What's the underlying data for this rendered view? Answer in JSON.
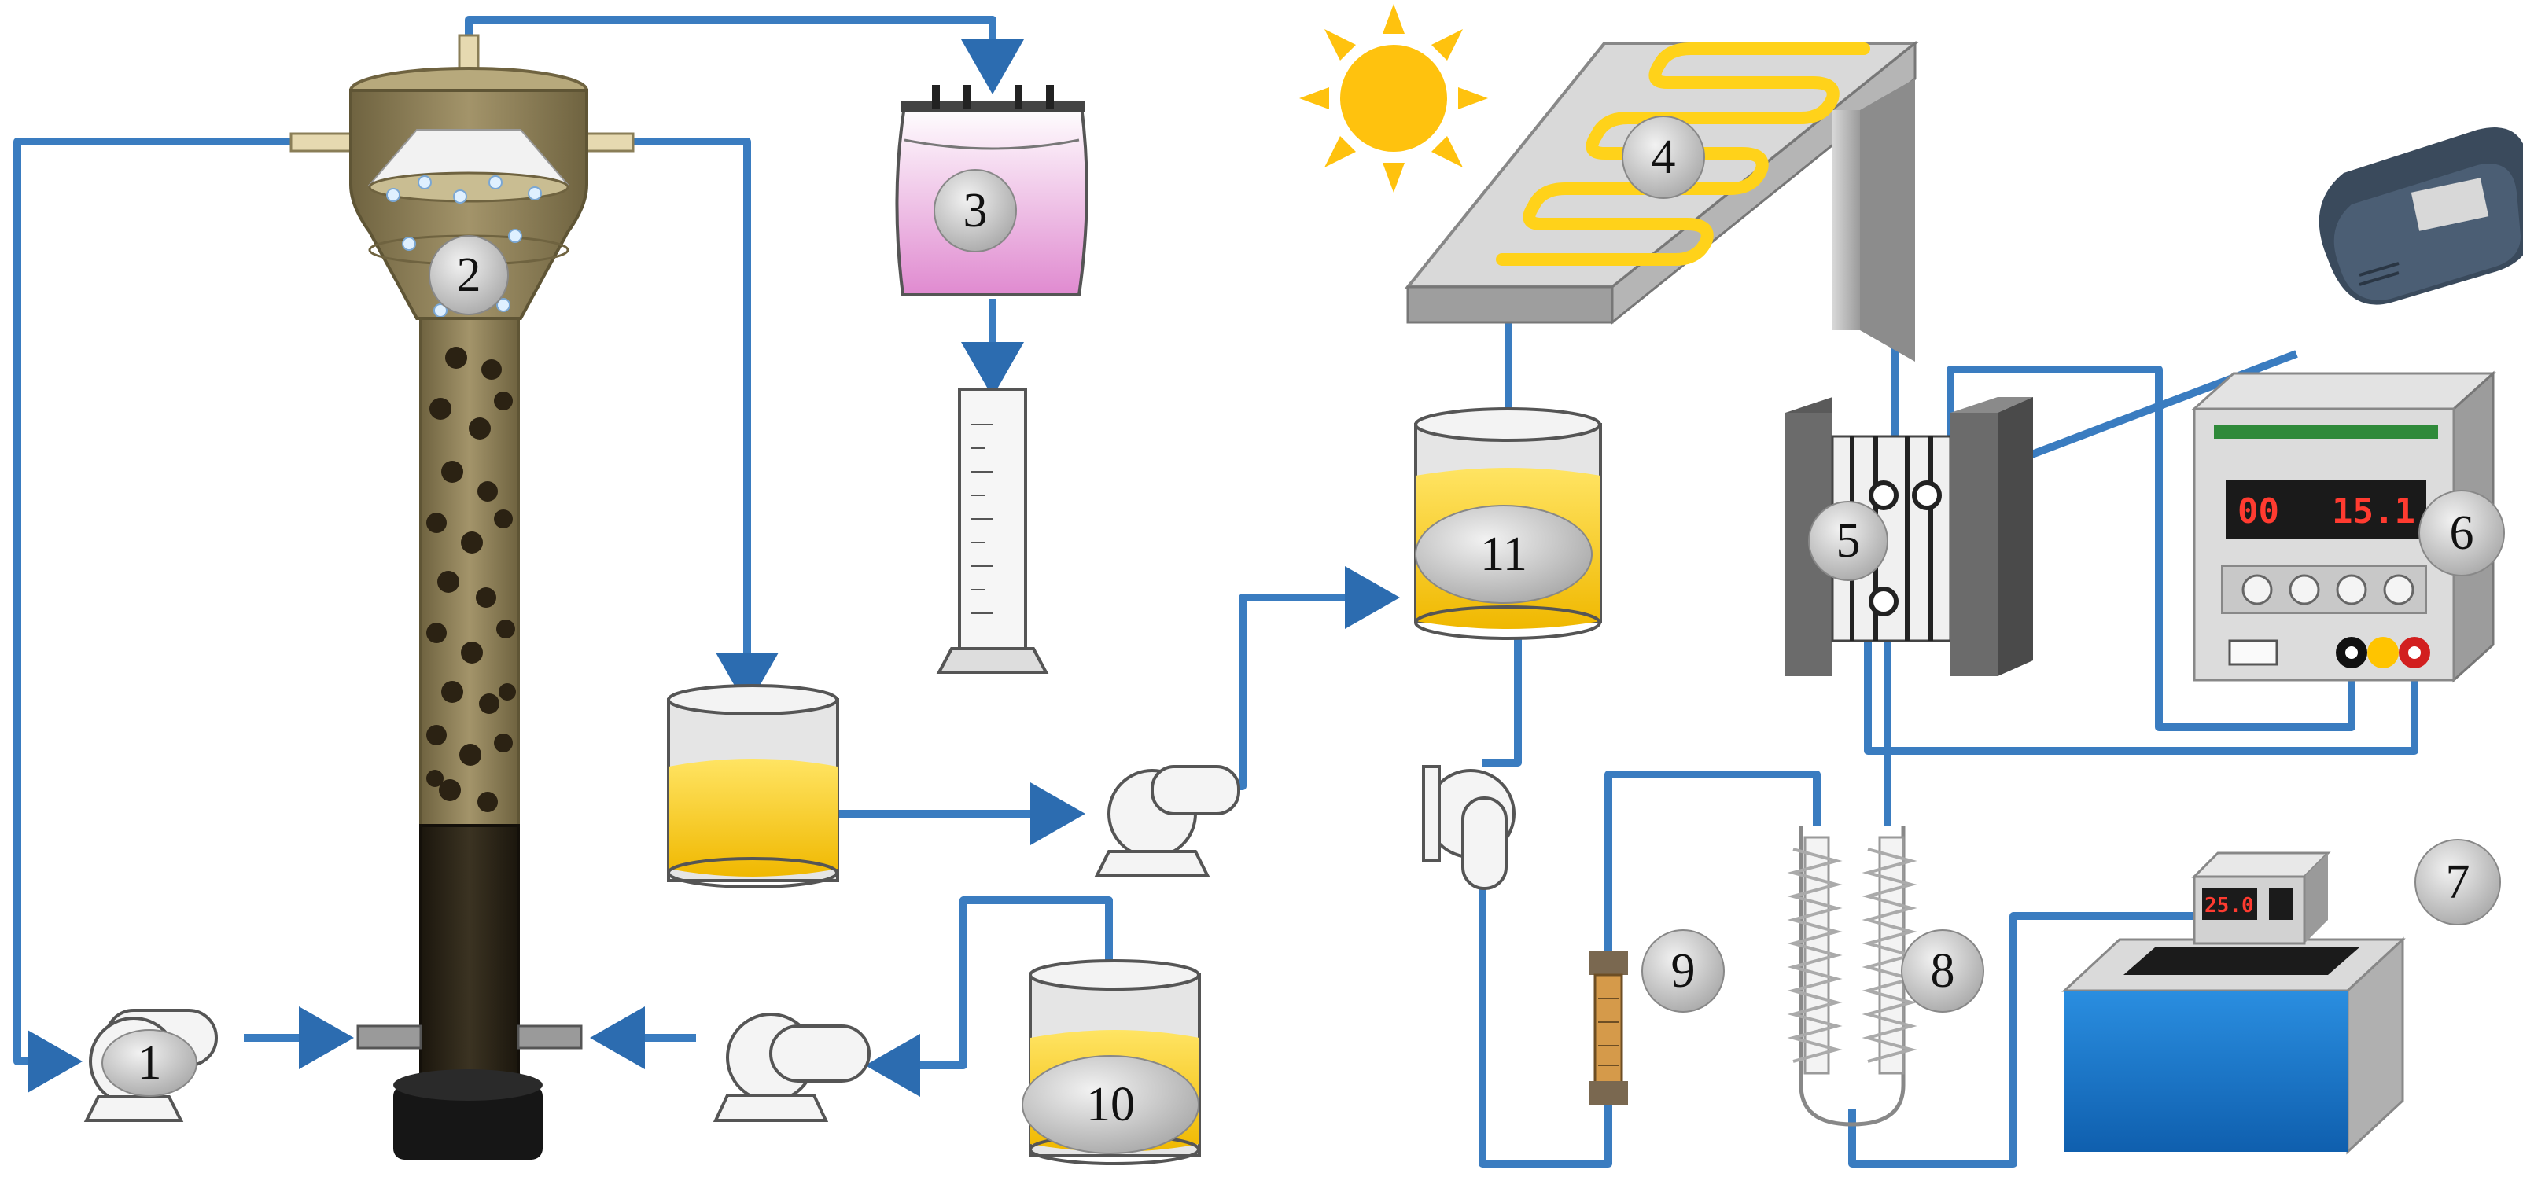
{
  "colors": {
    "pipe": "#3c7dbf",
    "pipe_dark": "#1f5f9e",
    "reactor_brown": "#8c7f55",
    "reactor_dark": "#2a2418",
    "yellow_liquid": "#ffd21a",
    "sun": "#ffc20e",
    "badge": "#c8c8c8",
    "gray_panel": "#7a7a7a",
    "bath_blue": "#1e78c8"
  },
  "labels": {
    "pump_left": "1",
    "reactor_top": "2",
    "gas_bag": "3",
    "solar_panel": "4",
    "electro_cell": "5",
    "power_supply": "6",
    "water_bath": "7",
    "heat_exchanger": "8",
    "flowmeter": "9",
    "feed_tank": "10",
    "storage_tank": "11"
  },
  "displays": {
    "power_left": "00",
    "power_right": "15.1",
    "bath_readout": "25.0"
  },
  "icons": {
    "sun": "sun-icon",
    "air_pump": "air-pump-icon",
    "pump": "centrifugal-pump-icon"
  }
}
